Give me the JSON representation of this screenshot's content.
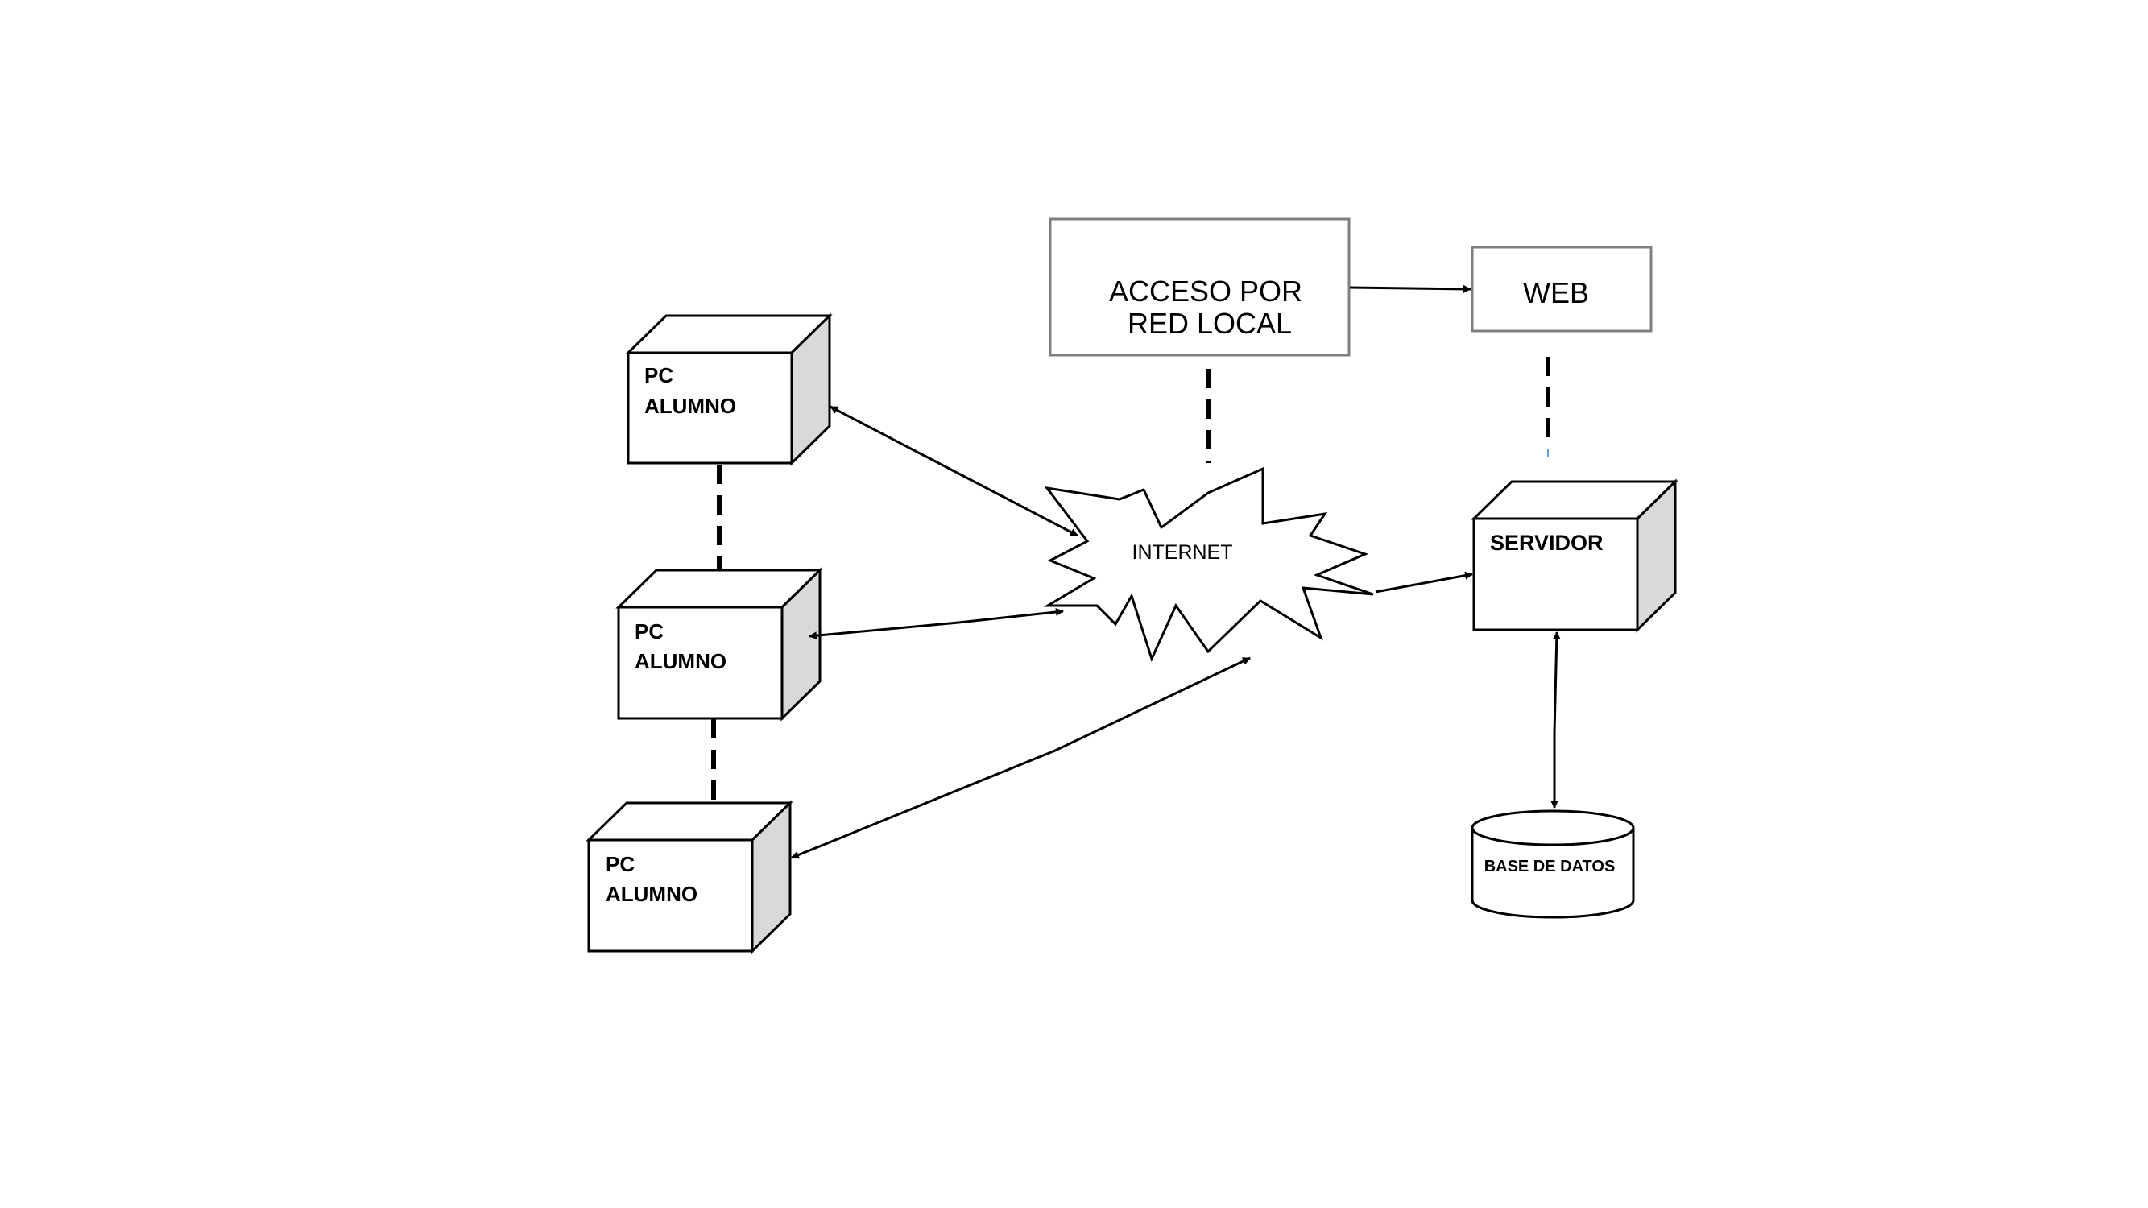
{
  "nodes": {
    "pc1": {
      "line1": "PC",
      "line2": "ALUMNO"
    },
    "pc2": {
      "line1": "PC",
      "line2": "ALUMNO"
    },
    "pc3": {
      "line1": "PC",
      "line2": "ALUMNO"
    },
    "internet": {
      "label": "INTERNET"
    },
    "acceso": {
      "line1": "ACCESO POR",
      "line2": "RED LOCAL"
    },
    "web": {
      "label": "WEB"
    },
    "servidor": {
      "label": "SERVIDOR"
    },
    "base_datos": {
      "label": "BASE DE DATOS"
    }
  },
  "colors": {
    "stroke": "#000000",
    "box_side": "#d9d9d9",
    "box_border_gray": "#7f7f7f",
    "background": "#ffffff"
  }
}
